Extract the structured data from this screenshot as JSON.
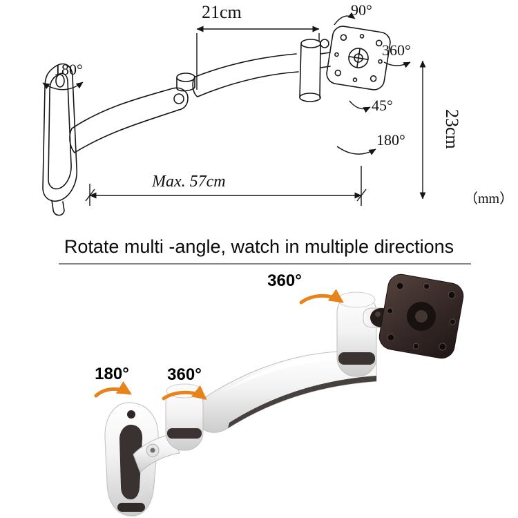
{
  "top_diagram": {
    "dim_top": "21cm",
    "angle_90": "90°",
    "angle_360": "360°",
    "angle_45": "45°",
    "angle_180_right": "180°",
    "angle_180_left": "180°",
    "dim_height": "23cm",
    "dim_reach": "Max. 57cm",
    "unit_note": "（mm）"
  },
  "bottom_section": {
    "title": "Rotate multi -angle, watch in multiple directions",
    "label_360_top": "360°",
    "label_360_mid": "360°",
    "label_180": "180°"
  },
  "colors": {
    "line_color": "#151515",
    "accent_orange": "#e8821a",
    "plate_dark": "#2b211f",
    "arm_white": "#f4f4f4"
  }
}
